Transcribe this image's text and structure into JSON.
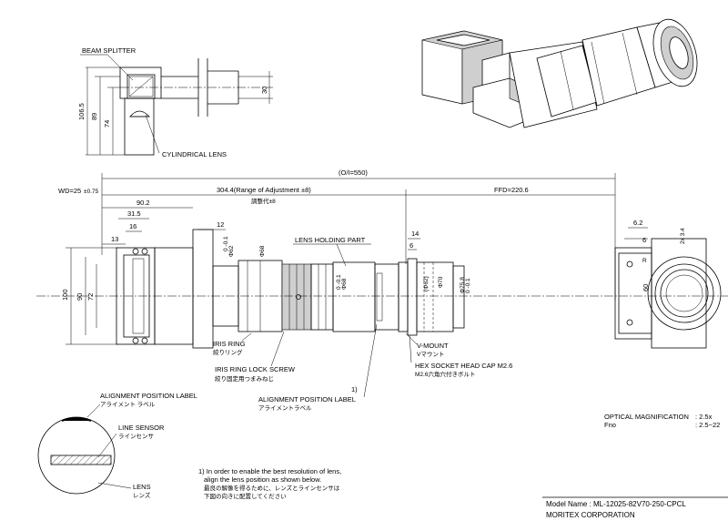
{
  "labels": {
    "beam_splitter": "BEAM SPLITTER",
    "cylindrical_lens": "CYLINDRICAL LENS",
    "oi": "(O/I=550)",
    "wd": "WD=25",
    "wd_tol": "±0.75",
    "range_adj": "304.4(Range of Adjustment ±8)",
    "range_adj_jp": "調整代±8",
    "ffd": "FFD=220.6",
    "lens_holding_part": "LENS HOLDING PART",
    "iris_ring": "IRIS RING",
    "iris_ring_jp": "絞りリング",
    "iris_ring_lock": "IRIS RING LOCK SCREW",
    "iris_ring_lock_jp": "絞り固定用つまみねじ",
    "align_note_num": "1)",
    "align_label_center": "ALIGNMENT POSITION LABEL",
    "align_label_center_jp": "アライメントラベル",
    "v_mount": "V-MOUNT",
    "v_mount_jp": "Vマウント",
    "hex_cap": "HEX SOCKET HEAD CAP M2.6",
    "hex_cap_jp": "M2.6六角穴付きボルト",
    "align_label_left": "ALIGNMENT POSITION LABEL",
    "align_label_left_jp": "アライメント ラベル",
    "line_sensor": "LINE SENSOR",
    "line_sensor_jp": "ラインセンサ",
    "lens": "LENS",
    "lens_jp": "レンズ"
  },
  "dims": {
    "d106_5": "106.5",
    "d89": "89",
    "d74": "74",
    "d30": "30",
    "d90_2": "90.2",
    "d31_5": "31.5",
    "d16": "16",
    "d13": "13",
    "d12": "12",
    "d100": "100",
    "d90": "90",
    "d72": "72",
    "phi62a": "Φ62",
    "phi62a_tol": "0 -0.1",
    "phi68a": "Φ68",
    "phi68b": "Φ68",
    "phi68b_tol": "0 -0.1",
    "d14": "14",
    "d6": "6",
    "phi62b": "(Φ62)",
    "phi70": "Φ70",
    "phi75_8": "Φ75.8",
    "phi75_8_tol": "0 -0.1",
    "d6_2": "6.2",
    "d6b": "6",
    "d2x3_4": "2x 3.4",
    "d60": "60",
    "r": "R"
  },
  "spec": {
    "optical_magnification_label": "OPTICAL MAGNIFICATION",
    "optical_magnification_value": ": 2.5x",
    "fno_label": "Fno",
    "fno_value": ": 2.5~22"
  },
  "note": {
    "line1": "1) In order to enable the best resolution of lens,",
    "line2": "align the lens position as shown below.",
    "line3": "最良の解像を得るために、レンズとラインセンサは",
    "line4": "下図の向きに配置してください"
  },
  "title_block": {
    "model": "Model Name : ML-12025-82V70-250-CPCL",
    "company": "MORITEX CORPORATION"
  }
}
